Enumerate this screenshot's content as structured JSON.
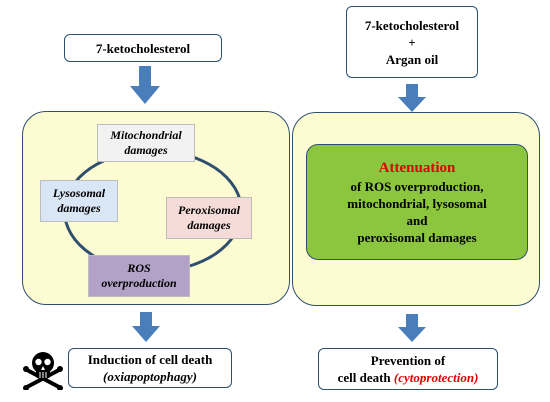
{
  "left": {
    "top_box": "7-ketocholesterol",
    "damages": {
      "mitochondrial": [
        "Mitochondrial",
        "damages"
      ],
      "lysosomal": [
        "Lysosomal",
        "damages"
      ],
      "peroxisomal": [
        "Peroxisomal",
        "damages"
      ],
      "ros": [
        "ROS",
        "overproduction"
      ]
    },
    "bottom_box": {
      "line1": "Induction of cell death",
      "line2": "(oxiapoptophagy)"
    },
    "skull_icon": "skull-crossbones-icon"
  },
  "right": {
    "top_box": {
      "line1": "7-ketocholesterol",
      "line2": "+",
      "line3": "Argan oil"
    },
    "attenuation": {
      "title": "Attenuation",
      "lines": [
        "of ROS overproduction,",
        "mitochondrial, lysosomal",
        "and",
        "peroxisomal damages"
      ]
    },
    "bottom_box": {
      "line1": "Prevention of",
      "line2_prefix": "cell death ",
      "line2_highlight": "(cytoprotection)"
    }
  },
  "colors": {
    "arrow": "#4a7ebb",
    "panel_bg": "#fdfbd2",
    "attenuation_bg": "#8cc63f",
    "mitochondrial_bg": "#f2f2f2",
    "lysosomal_bg": "#d9e6f5",
    "peroxisomal_bg": "#f6dcd8",
    "ros_bg": "#b3a2c7",
    "highlight": "#e00000"
  }
}
